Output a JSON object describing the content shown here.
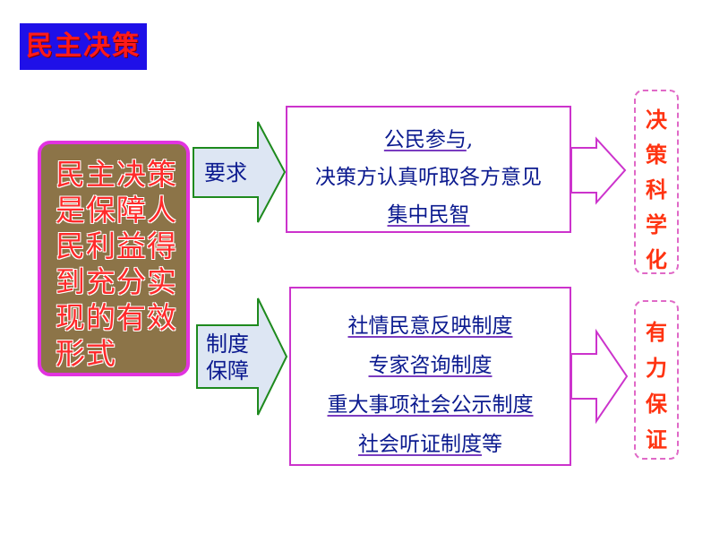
{
  "title": "民主决策",
  "main_statement": {
    "lines": [
      "民主决策",
      "是保障人",
      "民利益得",
      "到充分实",
      "现的有效",
      "形式"
    ]
  },
  "branches": [
    {
      "arrow_label": [
        "要求"
      ],
      "content": [
        {
          "text": "公民参与",
          "underline": true,
          "suffix": ","
        },
        {
          "text": "决策方认真听取各方意见",
          "underline": false,
          "suffix": ""
        },
        {
          "text": "集中民智",
          "underline": true,
          "suffix": ""
        }
      ],
      "result": [
        "决",
        "策",
        "科",
        "学",
        "化"
      ]
    },
    {
      "arrow_label": [
        "制度",
        "保障"
      ],
      "content": [
        {
          "text": "社情民意反映制度",
          "underline": true,
          "suffix": ""
        },
        {
          "text": "专家咨询制度",
          "underline": true,
          "suffix": ""
        },
        {
          "text": "重大事项社会公示制度",
          "underline": true,
          "suffix": ""
        },
        {
          "text": "社会听证制度",
          "underline": true,
          "suffix": "等"
        }
      ],
      "result": [
        "有",
        "力",
        "保",
        "证"
      ]
    }
  ],
  "colors": {
    "title_bg": "#1f10e8",
    "title_text": "#ff1a1a",
    "statement_bg": "#8c7448",
    "statement_border": "#e233e0",
    "statement_text": "#ff2a2a",
    "block_arrow_fill": "#dde6f3",
    "block_arrow_stroke": "#1e8a1e",
    "content_border": "#cc33cc",
    "content_text": "#0b1a8f",
    "result_arrow": "#cc33cc",
    "result_text": "#ff3311"
  }
}
